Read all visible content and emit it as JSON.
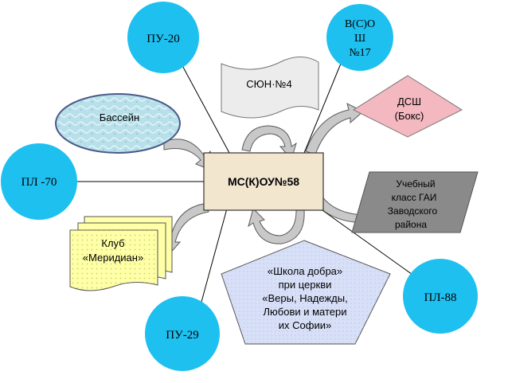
{
  "diagram": {
    "colors": {
      "circle": "#1ec0f0",
      "center_fill": "#f2e6cf",
      "pool_fill": "#b8e0ea",
      "flag_fill": "#ececec",
      "dssh_fill": "#f4b8c0",
      "gai_fill": "#8a8a8a",
      "club_fill": "#ffffa8",
      "church_fill": "#d8e0f8",
      "arrow_fill": "#c8c8c8"
    },
    "center": {
      "label": "МС(К)ОУ№58"
    },
    "nodes": {
      "pu20": {
        "label": "ПУ-20"
      },
      "vso": {
        "line1": "В(С)О",
        "line2": "Ш",
        "line3": "№17"
      },
      "syun": {
        "label": "СЮН·№4"
      },
      "dssh": {
        "line1": "ДСШ",
        "line2": "(Бокс)"
      },
      "pool": {
        "label": "Бассейн"
      },
      "pl70": {
        "label": "ПЛ -70"
      },
      "gai": {
        "line1": "Учебный",
        "line2": "класс ГАИ",
        "line3": "Заводского",
        "line4": "района"
      },
      "club": {
        "line1": "Клуб",
        "line2": "«Меридиан»"
      },
      "church": {
        "line1": "«Школа добра»",
        "line2": "при церкви",
        "line3": "«Веры, Надежды,",
        "line4": "Любови и матери",
        "line5": "их Софии»"
      },
      "pl88": {
        "label": "ПЛ-88"
      },
      "pu29": {
        "label": "ПУ-29"
      }
    }
  }
}
